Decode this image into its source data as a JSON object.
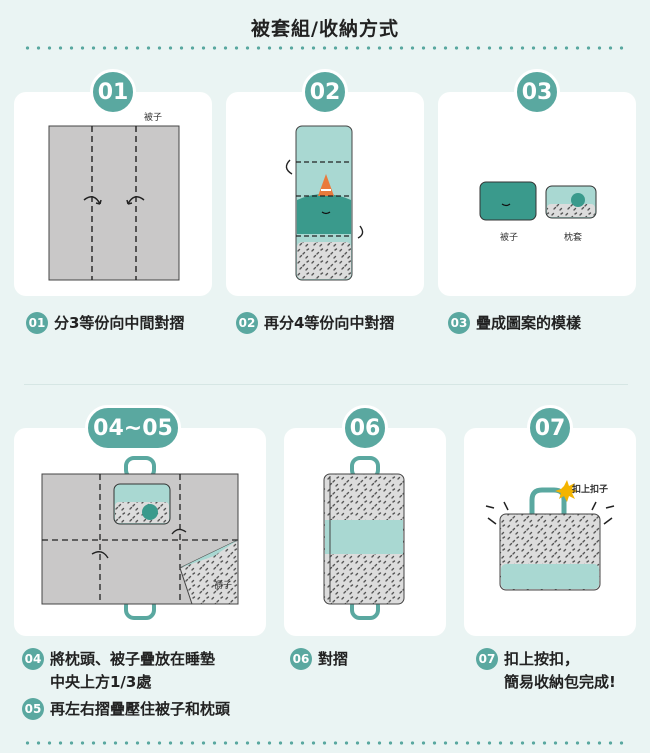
{
  "title": "被套組/收納方式",
  "steps": [
    {
      "badge": "01",
      "num": "01",
      "caption": "分3等份向中間對摺",
      "labels": {
        "quilt": "被子"
      }
    },
    {
      "badge": "02",
      "num": "02",
      "caption": "再分4等份向中對摺"
    },
    {
      "badge": "03",
      "num": "03",
      "caption": "疊成圖案的模樣",
      "labels": {
        "quilt": "被子",
        "pillow": "枕套"
      }
    },
    {
      "badge": "04~05",
      "num4": "04",
      "caption4_line1": "將枕頭、被子疊放在睡墊",
      "caption4_line2": "中央上方1/3處",
      "num5": "05",
      "caption5": "再左右摺疊壓住被子和枕頭",
      "labels": {
        "mat": "褥子"
      }
    },
    {
      "badge": "06",
      "num": "06",
      "caption": "對摺"
    },
    {
      "badge": "07",
      "num": "07",
      "caption_line1": "扣上按扣，",
      "caption_line2": "簡易收納包完成!",
      "labels": {
        "snap": "扣上扣子"
      }
    }
  ],
  "colors": {
    "teal": "#5aa8a0",
    "mint": "#a9d8d2",
    "gray": "#c9c8c8",
    "bg": "#eaf4f3"
  }
}
